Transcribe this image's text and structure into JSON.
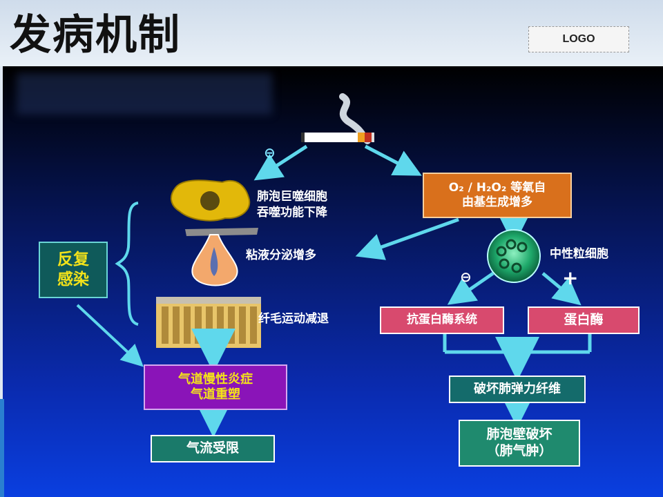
{
  "slide": {
    "title": "发病机制",
    "logo": "LOGO"
  },
  "diagram": {
    "macrophage": "肺泡巨噬细胞\n吞噬功能下降",
    "oxygen_radicals_line1": "O₂ / H₂O₂ 等氧自",
    "oxygen_radicals_line2": "由基生成增多",
    "mucus": "粘液分泌增多",
    "neutrophil": "中性粒细胞",
    "plus_sign": "+",
    "minus_sign": "⊖",
    "recurrent_infection": "反复\n感染",
    "cilia": "纤毛运动减退",
    "anti_protease": "抗蛋白酶系统",
    "protease": "蛋白酶",
    "inflammation": "气道慢性炎症\n气道重塑",
    "elastic_fiber": "破坏肺弹力纤维",
    "airflow": "气流受限",
    "alveolar_wall": "肺泡壁破坏\n（肺气肿）"
  }
}
